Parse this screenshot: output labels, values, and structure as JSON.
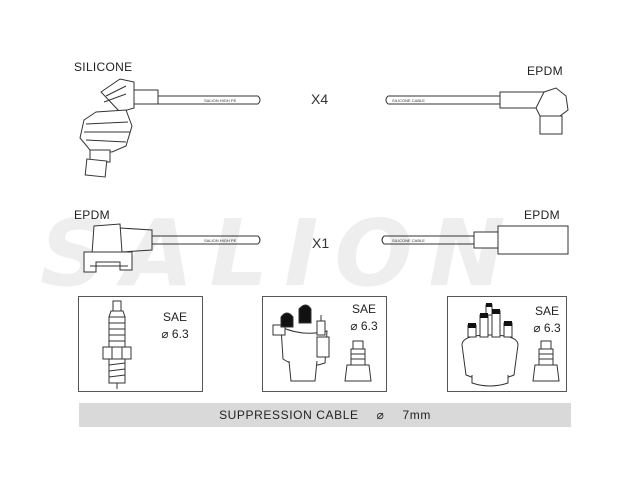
{
  "watermark": "SALION",
  "row1": {
    "left_material": "SILICONE",
    "right_material": "EPDM",
    "quantity": "X4",
    "cable_print_left": "SALION  HIGH PE",
    "cable_print_right": "SILICONE CABLE"
  },
  "row2": {
    "left_material": "EPDM",
    "right_material": "EPDM",
    "quantity": "X1",
    "cable_print_left": "SALION  HIGH PE",
    "cable_print_right": "SILICONE CABLE"
  },
  "boxes": [
    {
      "standard": "SAE",
      "diameter": "⌀ 6.3",
      "icon": "spark-plug-icon"
    },
    {
      "standard": "SAE",
      "diameter": "⌀ 6.3",
      "icon": "ignition-coil-icon"
    },
    {
      "standard": "SAE",
      "diameter": "⌀ 6.3",
      "icon": "distributor-cap-icon"
    }
  ],
  "footer": {
    "label": "SUPPRESSION CABLE",
    "diameter_symbol": "⌀",
    "size": "7mm"
  }
}
